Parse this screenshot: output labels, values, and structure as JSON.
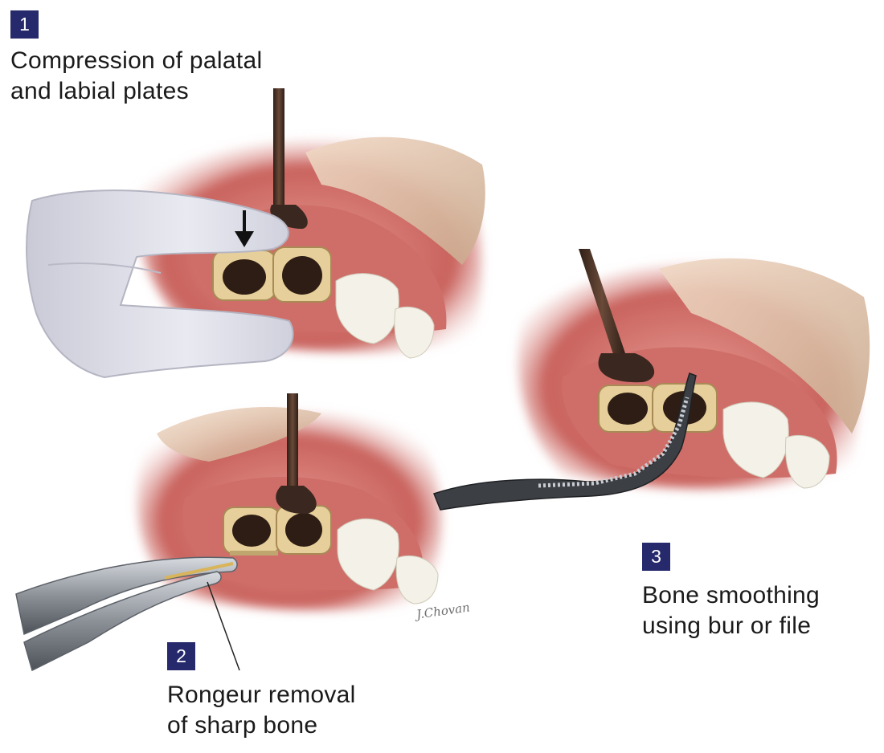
{
  "steps": [
    {
      "number": "1",
      "caption_line1": "Compression of palatal",
      "caption_line2": "and labial plates"
    },
    {
      "number": "2",
      "caption_line1": "Rongeur removal",
      "caption_line2": "of sharp bone"
    },
    {
      "number": "3",
      "caption_line1": "Bone smoothing",
      "caption_line2": "using bur or file"
    }
  ],
  "artist_signature": "J.Chovan",
  "colors": {
    "badge": "#26296b",
    "gum": "#d9847f",
    "gum_dark": "#b8524f",
    "bone": "#e6cf9a",
    "socket": "#2e1d14",
    "tooth": "#f3f1e8",
    "glove": "#dcdde6",
    "instrument": "#4a3326",
    "steel": "#9aa0a8"
  }
}
